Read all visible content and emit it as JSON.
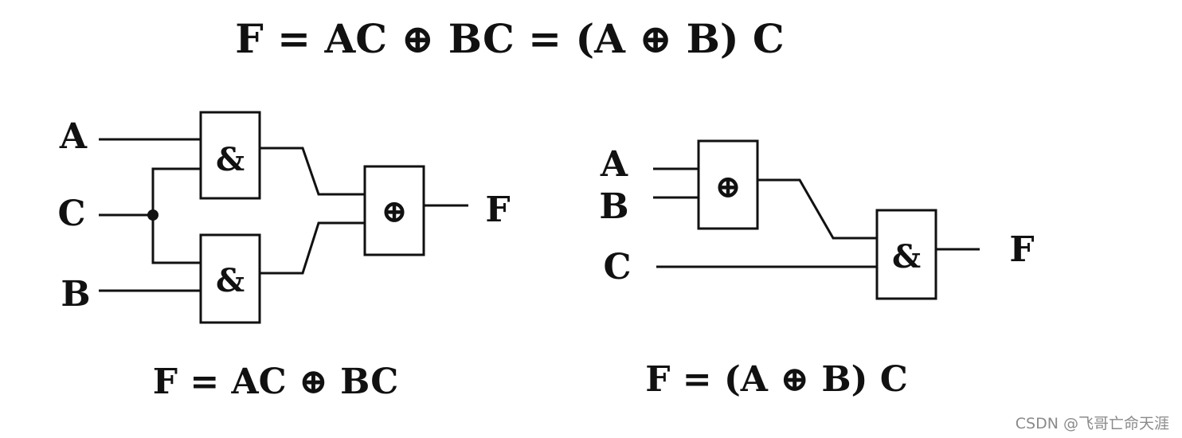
{
  "title_formula": "F = AC ⊕ BC = (A ⊕ B) C",
  "left_circuit": {
    "inputs": {
      "a": "A",
      "c": "C",
      "b": "B"
    },
    "gate_and_top": "&",
    "gate_and_bottom": "&",
    "gate_xor": "⊕",
    "output": "F",
    "caption": "F = AC ⊕ BC"
  },
  "right_circuit": {
    "inputs": {
      "a": "A",
      "b": "B",
      "c": "C"
    },
    "gate_xor": "⊕",
    "gate_and": "&",
    "output": "F",
    "caption": "F = (A ⊕ B) C"
  },
  "watermark": "CSDN @飞哥亡命天涯"
}
